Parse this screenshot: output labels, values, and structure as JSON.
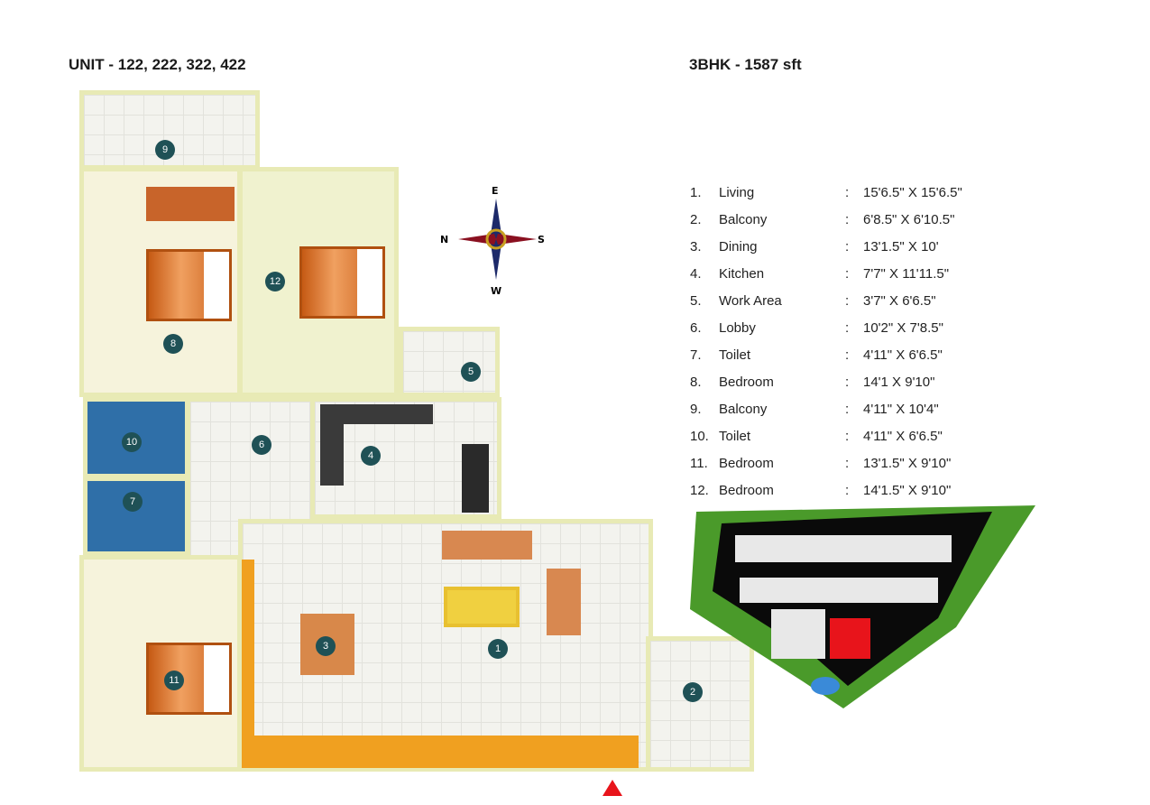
{
  "header": {
    "unit": "UNIT - 122, 222, 322, 422",
    "type": "3BHK - 1587 sft"
  },
  "compass": {
    "n": "N",
    "e": "E",
    "s": "S",
    "w": "W"
  },
  "markers": [
    "1",
    "2",
    "3",
    "4",
    "5",
    "6",
    "7",
    "8",
    "9",
    "10",
    "11",
    "12"
  ],
  "legend": [
    {
      "num": "1.",
      "name": "Living",
      "dims": "15'6.5\" X 15'6.5\""
    },
    {
      "num": "2.",
      "name": "Balcony",
      "dims": "6'8.5\" X 6'10.5\""
    },
    {
      "num": "3.",
      "name": "Dining",
      "dims": "13'1.5\" X 10'"
    },
    {
      "num": "4.",
      "name": "Kitchen",
      "dims": "7'7\" X 11'11.5\""
    },
    {
      "num": "5.",
      "name": "Work Area",
      "dims": "3'7\" X 6'6.5\""
    },
    {
      "num": "6.",
      "name": "Lobby",
      "dims": "10'2\" X 7'8.5\""
    },
    {
      "num": "7.",
      "name": "Toilet",
      "dims": "4'11\" X 6'6.5\""
    },
    {
      "num": "8.",
      "name": "Bedroom",
      "dims": "14'1 X 9'10\""
    },
    {
      "num": "9.",
      "name": "Balcony",
      "dims": "4'11\" X 10'4\""
    },
    {
      "num": "10.",
      "name": "Toilet",
      "dims": "4'11\" X 6'6.5\""
    },
    {
      "num": "11.",
      "name": "Bedroom",
      "dims": "13'1.5\" X 9'10\""
    },
    {
      "num": "12.",
      "name": "Bedroom",
      "dims": "14'1.5\" X 9'10\""
    }
  ],
  "legend_separator": ":",
  "colors": {
    "marker": "#1f5156",
    "highlight": "#e8141b",
    "site_green": "#4a9a2a"
  }
}
